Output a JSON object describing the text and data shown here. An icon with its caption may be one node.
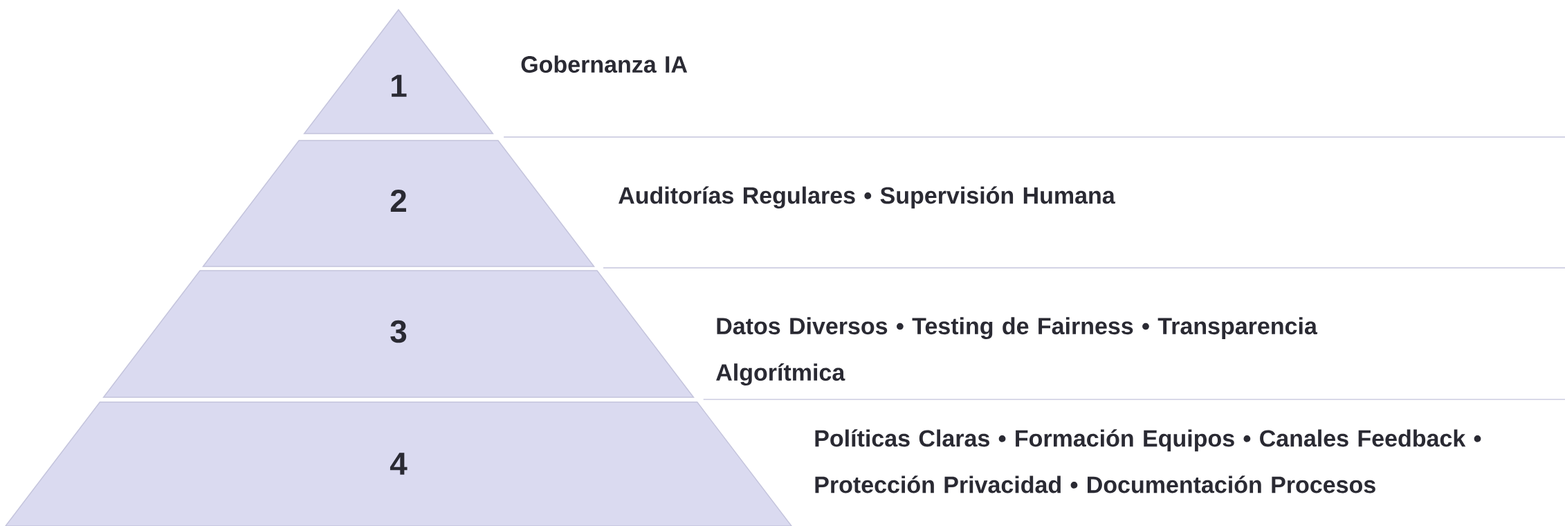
{
  "diagram": {
    "nodes": [
      {
        "text": [
          "1"
        ],
        "beside": [
          "Gobernanza IA"
        ]
      },
      {
        "text": [
          "2"
        ],
        "beside": [
          "Auditorías Regulares • Supervisión Humana"
        ]
      },
      {
        "text": [
          "3"
        ],
        "beside": [
          "Datos Diversos • Testing de Fairness • Transparencia Algorítmica"
        ]
      },
      {
        "text": [
          "4"
        ],
        "beside": [
          "Políticas Claras • Formación Equipos • Canales Feedback • Protección Privacidad • Documentación Procesos"
        ]
      }
    ]
  }
}
